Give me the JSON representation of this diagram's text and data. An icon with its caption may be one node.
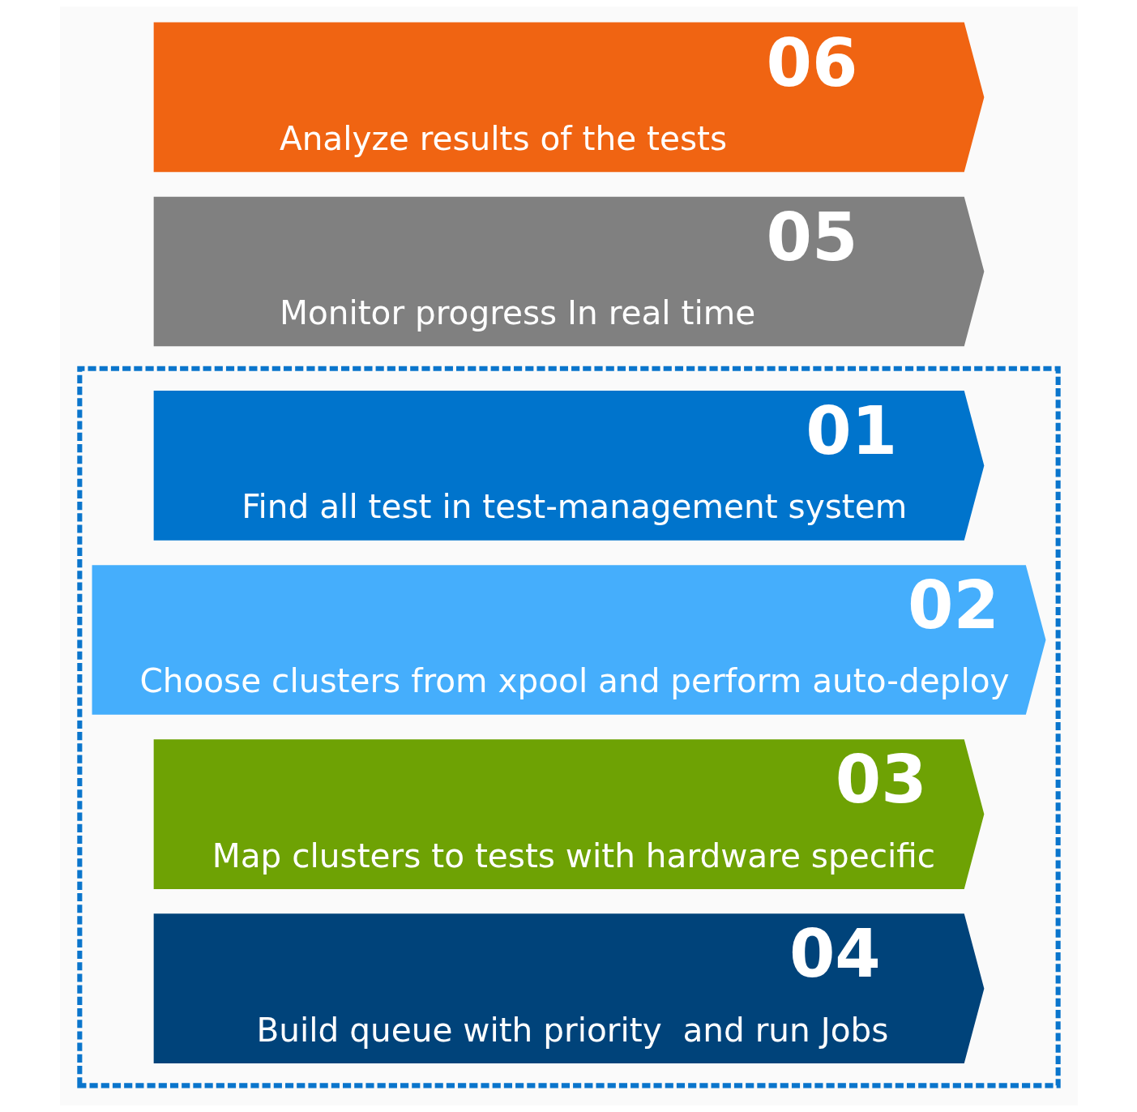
{
  "diagram": {
    "nodes": [
      {
        "text": [],
        "shape": "box"
      },
      {
        "text": [
          "01",
          "Find all test in test-management system"
        ],
        "in": 0
      },
      {
        "text": [
          "02",
          "Choose clusters from xpool and perform auto-deploy"
        ],
        "in": 0
      },
      {
        "text": [
          "03",
          "Map clusters to tests with hardware specific"
        ],
        "in": 0
      },
      {
        "text": [
          "04",
          "Build queue with priority  and run Jobs"
        ],
        "in": 0
      },
      {
        "text": [
          "05",
          "Monitor progress In real time"
        ]
      },
      {
        "text": [
          "06",
          "Analyze results of the tests"
        ]
      }
    ],
    "edges": []
  }
}
